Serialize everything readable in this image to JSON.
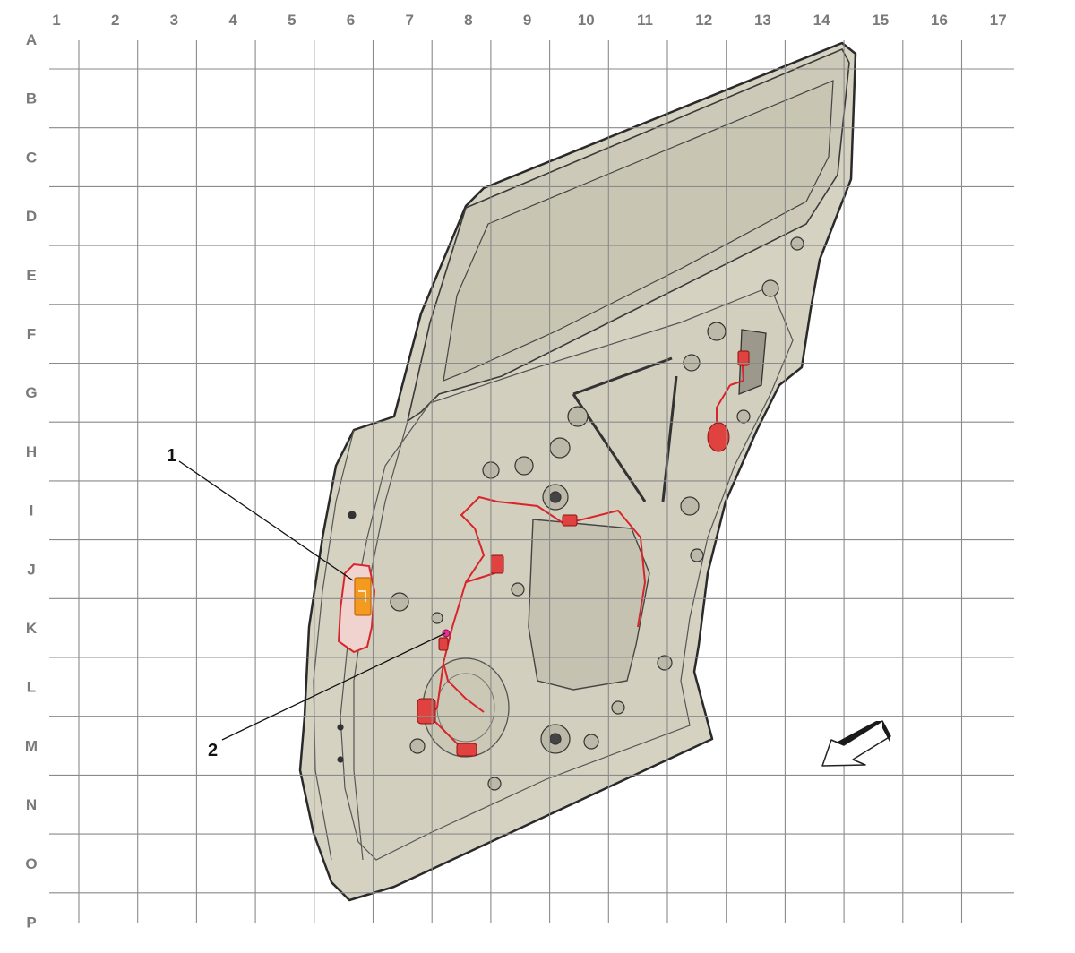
{
  "grid": {
    "columns": [
      "1",
      "2",
      "3",
      "4",
      "5",
      "6",
      "7",
      "8",
      "9",
      "10",
      "11",
      "12",
      "13",
      "14",
      "15",
      "16",
      "17"
    ],
    "rows": [
      "A",
      "B",
      "C",
      "D",
      "E",
      "F",
      "G",
      "H",
      "I",
      "J",
      "K",
      "L",
      "M",
      "N",
      "O",
      "P"
    ]
  },
  "callouts": [
    {
      "label": "1",
      "target": "rear-door-lock-latch-component"
    },
    {
      "label": "2",
      "target": "wiring-harness-connector"
    }
  ],
  "icons": {
    "direction_arrow": "vehicle-front-direction-arrow-icon"
  },
  "colors": {
    "door_panel": "#d6d2c2",
    "door_outline": "#2a2a2a",
    "grid_line": "#8a8a8a",
    "wiring": "#d8252b",
    "highlight": "#f39a1f",
    "label_text": "#7a7a7a"
  }
}
